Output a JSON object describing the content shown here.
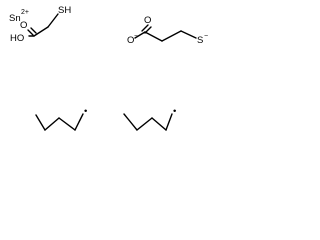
{
  "molecules": {
    "tin": {
      "symbol": "Sn",
      "charge": "2+"
    },
    "acid": {
      "oh_label": "HO",
      "o_label": "O",
      "sh_label": "SH"
    },
    "anion": {
      "o_label": "O",
      "o_charge": "−",
      "s_label": "S",
      "s_charge": "−"
    },
    "butyl_radicals": [
      {
        "radical_dot": "•"
      },
      {
        "radical_dot": "•"
      }
    ]
  },
  "colors": {
    "ink": "#000000",
    "background": "#ffffff"
  }
}
